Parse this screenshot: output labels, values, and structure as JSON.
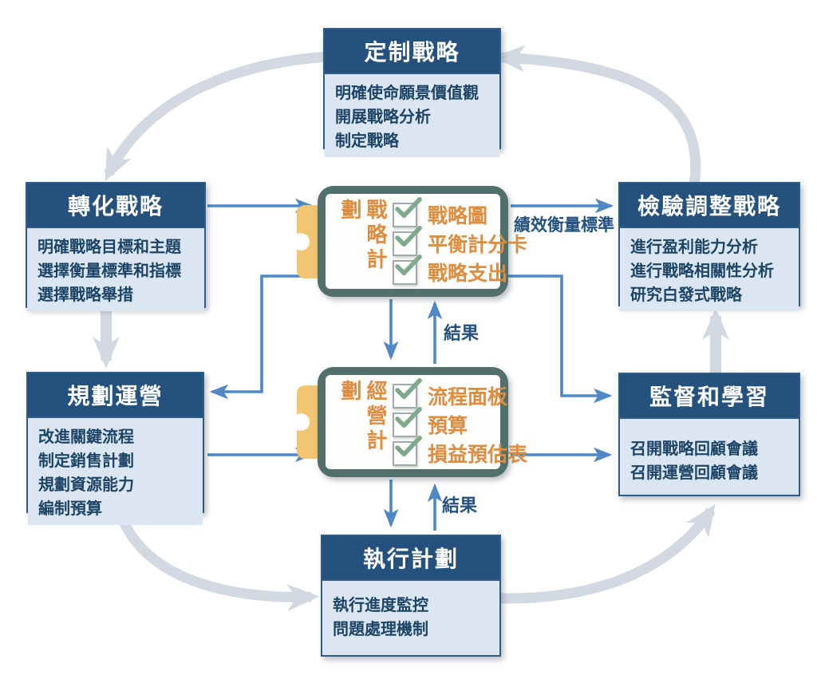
{
  "diagram": {
    "boxes": {
      "define": {
        "title": "定制戰略",
        "items": [
          "明確使命願景價值觀",
          "開展戰略分析",
          "制定戰略"
        ]
      },
      "translate": {
        "title": "轉化戰略",
        "items": [
          "明確戰略目標和主題",
          "選擇衡量標準和指標",
          "選擇戰略舉措"
        ]
      },
      "test_adapt": {
        "title": "檢驗調整戰略",
        "items": [
          "進行盈利能力分析",
          "進行戰略相關性分析",
          "研究白發式戰略"
        ]
      },
      "plan_operations": {
        "title": "規劃運營",
        "items": [
          "改進關鍵流程",
          "制定銷售計劃",
          "規劃資源能力",
          "編制預算"
        ]
      },
      "monitor_learn": {
        "title": "監督和學習",
        "items": [
          "召開戰略回顧會議",
          "召開運營回顧會議"
        ]
      },
      "execute": {
        "title": "執行計劃",
        "items": [
          "執行進度監控",
          "問題處理機制"
        ]
      }
    },
    "clipboards": {
      "strategic_plan": {
        "title": "戰略計劃",
        "items": [
          "戰略圖",
          "平衡計分卡",
          "戰略支出"
        ]
      },
      "operating_plan": {
        "title": "經營計劃",
        "items": [
          "流程面板",
          "預算",
          "損益預估表"
        ]
      }
    },
    "labels": {
      "performance_measures": "績效衡量標準",
      "results_top": "結果",
      "results_bottom": "結果"
    },
    "icons": {
      "checkbox_check": "✓"
    },
    "colors": {
      "header_navy": "#25517E",
      "box_border": "#2E5C89",
      "box_body_fill": "#DCE6F2",
      "body_text_navy": "#1C4466",
      "connector_blue": "#4F88C4",
      "cycle_arrow_gray": "#D3D9E3",
      "clipboard_frame": "#51706B",
      "clip_gold": "#F2C572",
      "checklist_orange": "#DE8C3E",
      "check_green": "#7FA98C"
    }
  }
}
